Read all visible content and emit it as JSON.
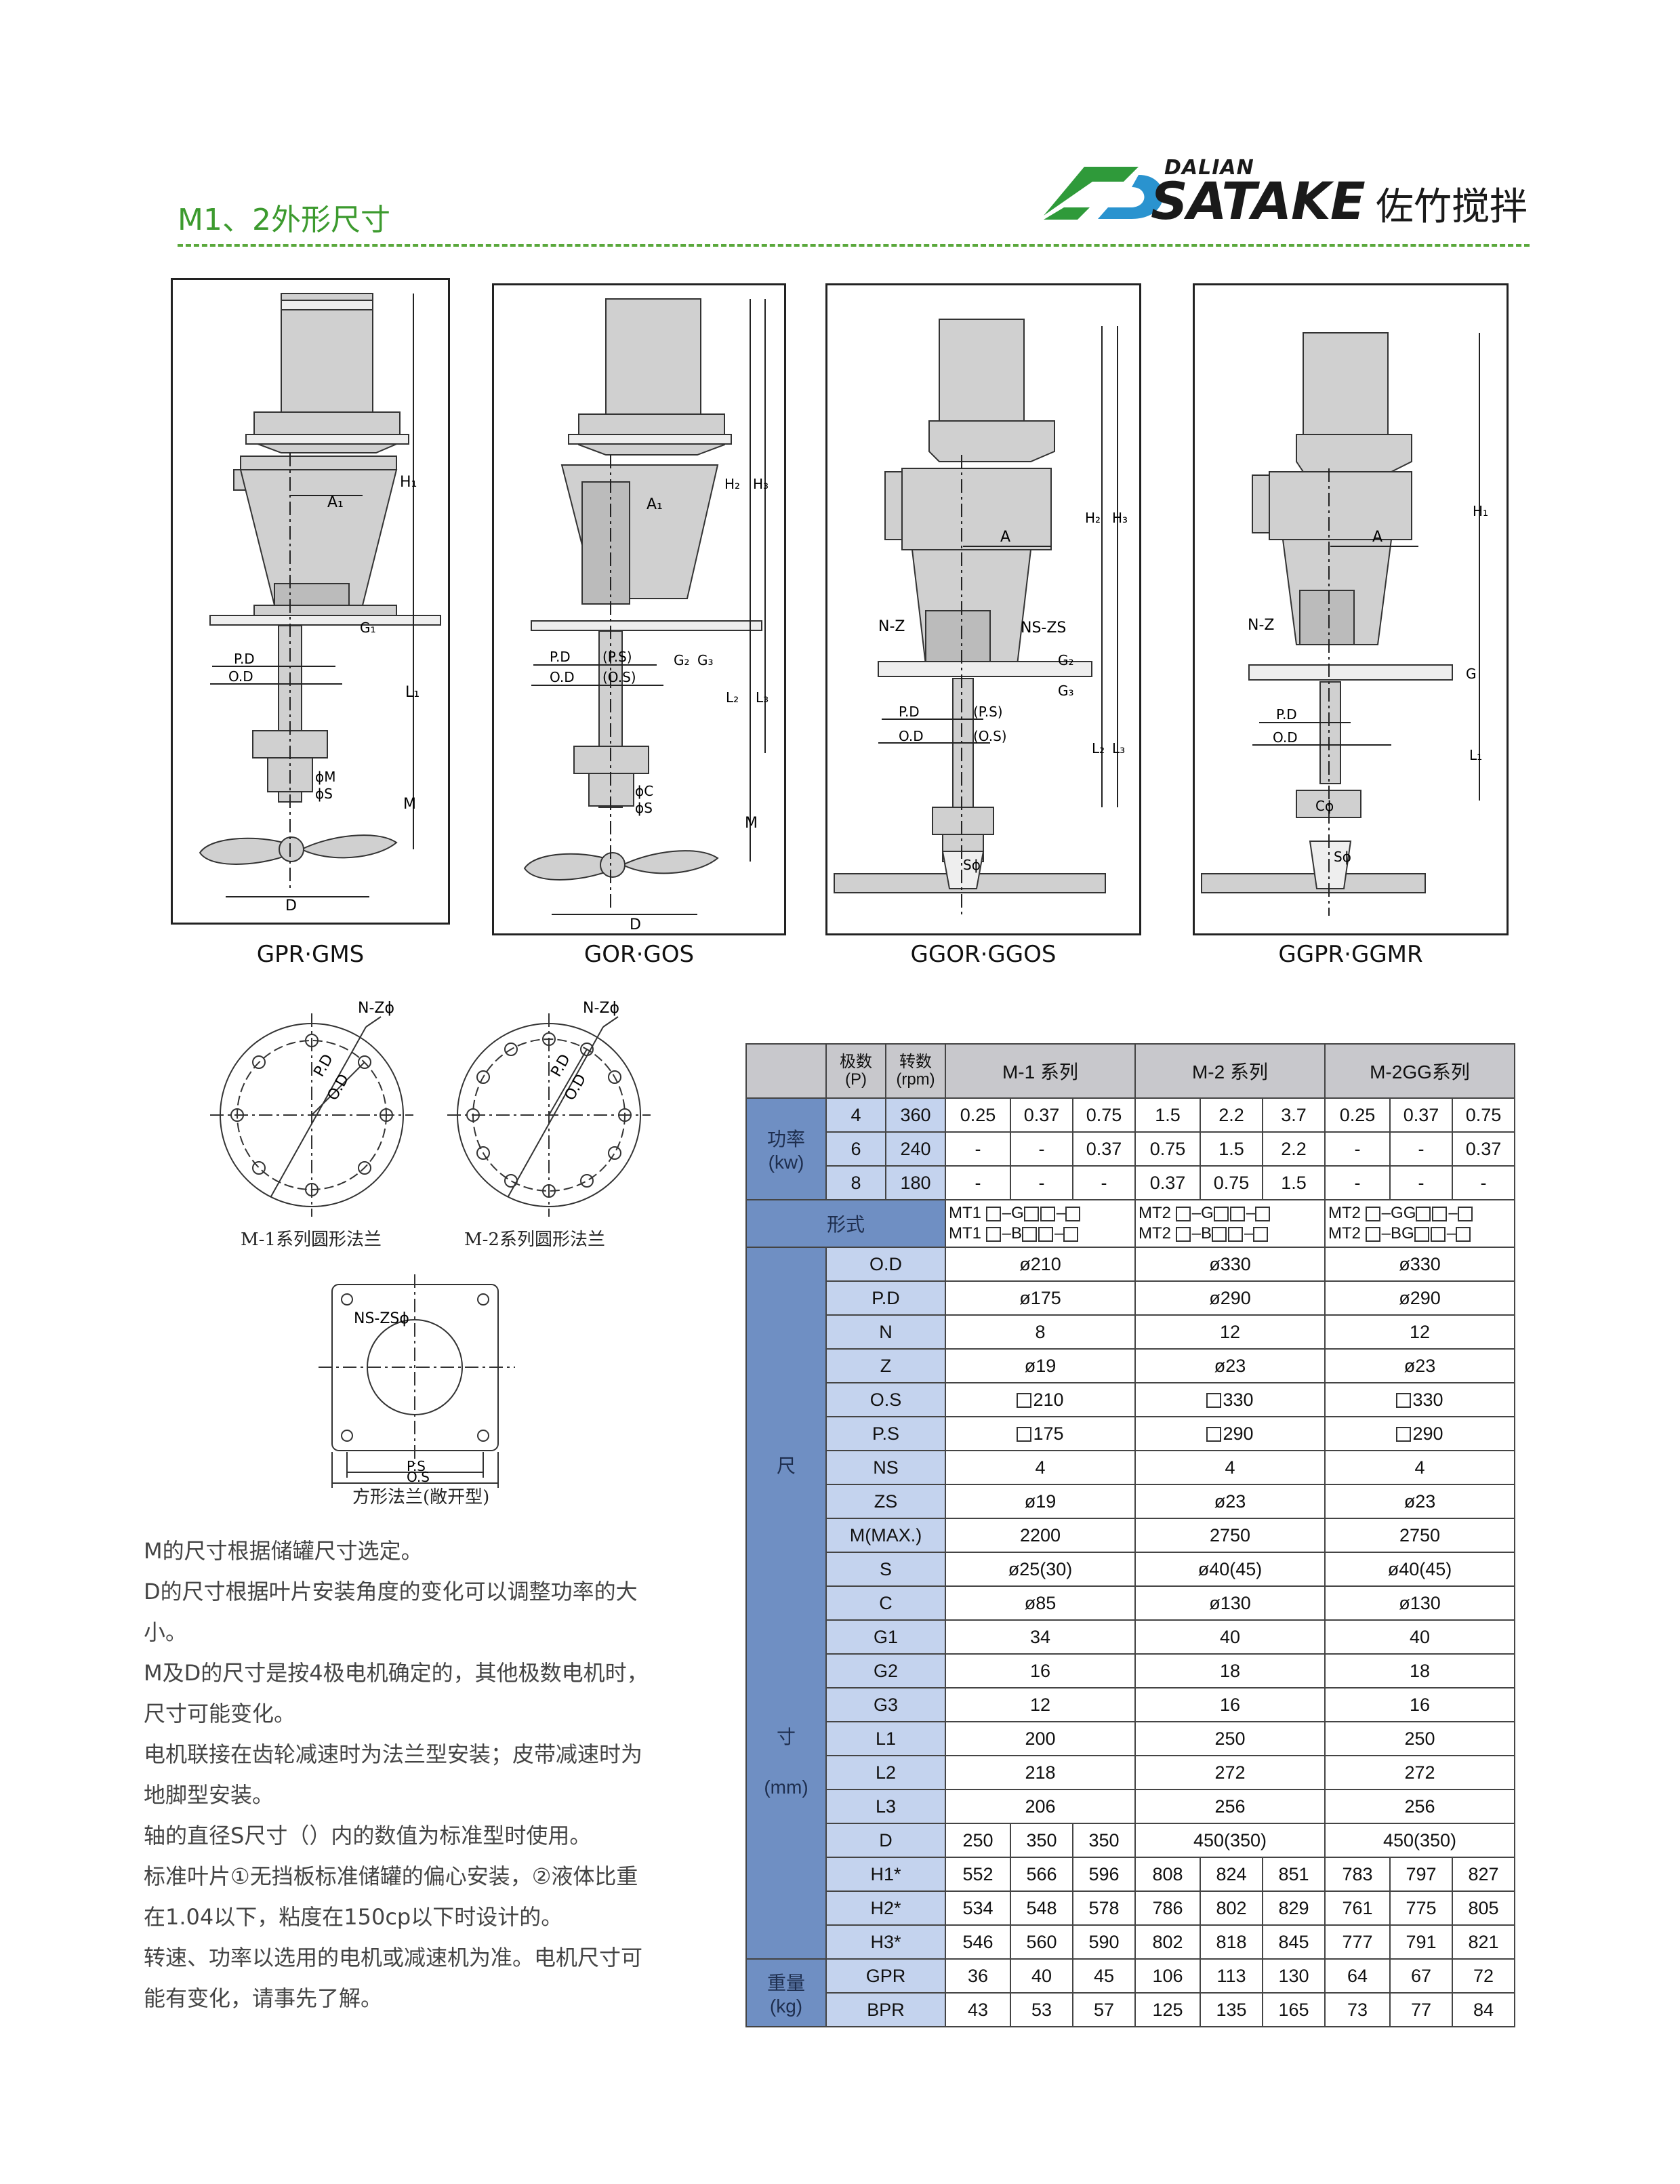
{
  "header": {
    "title": "M1、2外形尺寸",
    "brand_top": "DALIAN",
    "brand_name": "SATAKE",
    "brand_cn": "佐竹搅拌",
    "brand_colors": {
      "green": "#2f9a3a",
      "blue": "#2a93cf"
    }
  },
  "drawings": [
    {
      "caption": "GPR·GMS",
      "labels": {
        "h": "H₁",
        "a": "A₁",
        "g": "G₁",
        "l": "L₁",
        "pd": "P.D",
        "od": "O.D",
        "m": "M",
        "phim": "ϕM",
        "phis": "ϕS",
        "d": "D"
      }
    },
    {
      "caption": "GOR·GOS",
      "labels": {
        "h2": "H₂",
        "h3": "H₃",
        "a": "A₁",
        "g2": "G₂",
        "g3": "G₃",
        "l2": "L₂",
        "l3": "L₃",
        "pd": "P.D",
        "ps": "(P.S)",
        "od": "O.D",
        "os": "(O.S)",
        "m": "M",
        "phic": "ϕC",
        "phis": "ϕS",
        "d": "D"
      }
    },
    {
      "caption": "GGOR·GGOS",
      "labels": {
        "h2": "H₂",
        "h3": "H₃",
        "a": "A",
        "nz": "N-Z",
        "nszs": "NS-ZS",
        "g2": "G₂",
        "g3": "G₃",
        "l2": "L₂",
        "l3": "L₃",
        "pd": "P.D",
        "ps": "(P.S)",
        "od": "O.D",
        "os": "(O.S)",
        "s": "Sϕ"
      }
    },
    {
      "caption": "GGPR·GGMR",
      "labels": {
        "h": "H₁",
        "a": "A",
        "nz": "N-Z",
        "g": "G",
        "l": "L₁",
        "pd": "P.D",
        "od": "O.D",
        "c": "Cϕ",
        "s": "Sϕ"
      }
    }
  ],
  "flanges": {
    "m1_caption": "M-1系列圆形法兰",
    "m2_caption": "M-2系列圆形法兰",
    "square_caption": "方形法兰(敞开型)",
    "nz": "N-Zϕ",
    "pd": "P.D",
    "od": "O.D",
    "nszs": "NS-ZSϕ",
    "ps": "P.S",
    "os": "O.S"
  },
  "notes": [
    "M的尺寸根据储罐尺寸选定。",
    "D的尺寸根据叶片安装角度的变化可以调整功率的大",
    "小。",
    "M及D的尺寸是按4极电机确定的，其他极数电机时，",
    "尺寸可能变化。",
    "电机联接在齿轮减速时为法兰型安装；皮带减速时为",
    "地脚型安装。",
    "轴的直径S尺寸（）内的数值为标准型时使用。",
    "标准叶片①无挡板标准储罐的偏心安装，②液体比重",
    "在1.04以下，粘度在150cp以下时设计的。",
    "转速、功率以选用的电机或减速机为准。电机尺寸可",
    "能有变化，请事先了解。"
  ],
  "table": {
    "pole_header": [
      "极数",
      "(P)"
    ],
    "rpm_header": [
      "转数",
      "(rpm)"
    ],
    "series": [
      "M-1 系列",
      "M-2 系列",
      "M-2GG系列"
    ],
    "power_label": [
      "功率",
      "(kw)"
    ],
    "power_rows": [
      {
        "pole": "4",
        "rpm": "360",
        "values": [
          "0.25",
          "0.37",
          "0.75",
          "1.5",
          "2.2",
          "3.7",
          "0.25",
          "0.37",
          "0.75"
        ]
      },
      {
        "pole": "6",
        "rpm": "240",
        "values": [
          "-",
          "-",
          "0.37",
          "0.75",
          "1.5",
          "2.2",
          "-",
          "-",
          "0.37"
        ]
      },
      {
        "pole": "8",
        "rpm": "180",
        "values": [
          "-",
          "-",
          "-",
          "0.37",
          "0.75",
          "1.5",
          "-",
          "-",
          "-"
        ]
      }
    ],
    "form_label": "形式",
    "forms": [
      [
        "MT1 ",
        "–G",
        "–",
        "MT1 ",
        "–B",
        "–"
      ],
      [
        "MT2 ",
        "–G",
        "–",
        "MT2 ",
        "–B",
        "–"
      ],
      [
        "MT2 ",
        "–GG",
        "–",
        "MT2 ",
        "–BG",
        "–"
      ]
    ],
    "dim_label_top": "尺",
    "dim_label_mid": "寸",
    "dim_label_unit": "(mm)",
    "dim_rows": [
      {
        "name": "O.D",
        "v": [
          "ø210",
          "ø330",
          "ø330"
        ]
      },
      {
        "name": "P.D",
        "v": [
          "ø175",
          "ø290",
          "ø290"
        ]
      },
      {
        "name": "N",
        "v": [
          "8",
          "12",
          "12"
        ]
      },
      {
        "name": "Z",
        "v": [
          "ø19",
          "ø23",
          "ø23"
        ]
      },
      {
        "name": "O.S",
        "v": [
          "210",
          "330",
          "330"
        ]
      },
      {
        "name": "P.S",
        "v": [
          "175",
          "290",
          "290"
        ]
      },
      {
        "name": "NS",
        "v": [
          "4",
          "4",
          "4"
        ]
      },
      {
        "name": "ZS",
        "v": [
          "ø19",
          "ø23",
          "ø23"
        ]
      },
      {
        "name": "M(MAX.)",
        "v": [
          "2200",
          "2750",
          "2750"
        ]
      },
      {
        "name": "S",
        "v": [
          "ø25(30)",
          "ø40(45)",
          "ø40(45)"
        ]
      },
      {
        "name": "C",
        "v": [
          "ø85",
          "ø130",
          "ø130"
        ]
      },
      {
        "name": "G1",
        "v": [
          "34",
          "40",
          "40"
        ]
      },
      {
        "name": "G2",
        "v": [
          "16",
          "18",
          "18"
        ]
      },
      {
        "name": "G3",
        "v": [
          "12",
          "16",
          "16"
        ]
      },
      {
        "name": "L1",
        "v": [
          "200",
          "250",
          "250"
        ]
      },
      {
        "name": "L2",
        "v": [
          "218",
          "272",
          "272"
        ]
      },
      {
        "name": "L3",
        "v": [
          "206",
          "256",
          "256"
        ]
      }
    ],
    "d_row": {
      "name": "D",
      "m1": [
        "250",
        "350",
        "350"
      ],
      "m2": "450(350)",
      "m2gg": "450(350)"
    },
    "h_rows": [
      {
        "name": "H1*",
        "v": [
          "552",
          "566",
          "596",
          "808",
          "824",
          "851",
          "783",
          "797",
          "827"
        ]
      },
      {
        "name": "H2*",
        "v": [
          "534",
          "548",
          "578",
          "786",
          "802",
          "829",
          "761",
          "775",
          "805"
        ]
      },
      {
        "name": "H3*",
        "v": [
          "546",
          "560",
          "590",
          "802",
          "818",
          "845",
          "777",
          "791",
          "821"
        ]
      }
    ],
    "weight_label": [
      "重量",
      "(kg)"
    ],
    "weight_rows": [
      {
        "name": "GPR",
        "v": [
          "36",
          "40",
          "45",
          "106",
          "113",
          "130",
          "64",
          "67",
          "72"
        ]
      },
      {
        "name": "BPR",
        "v": [
          "43",
          "53",
          "57",
          "125",
          "135",
          "165",
          "73",
          "77",
          "84"
        ]
      }
    ]
  }
}
